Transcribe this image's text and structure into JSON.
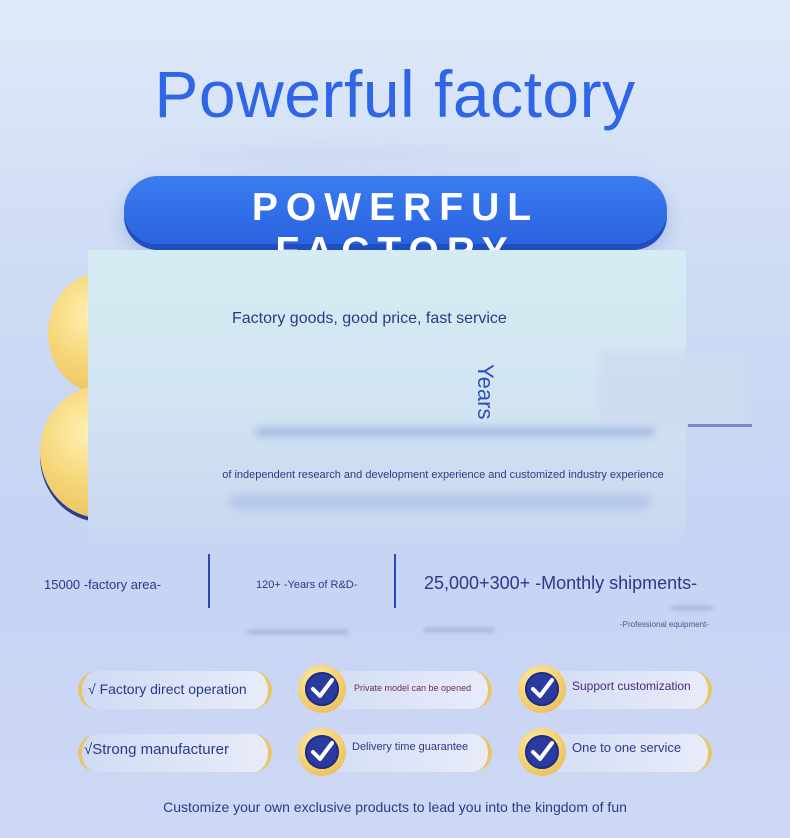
{
  "header": {
    "title": "Powerful factory",
    "banner": "POWERFUL FACTORY"
  },
  "card": {
    "subtitle": "Factory goods, good price, fast service",
    "years_label": "Years",
    "experience": "of independent research and development experience and customized industry experience"
  },
  "stats": {
    "factory_area": "15000 -factory area-",
    "rd_years": "120+ -Years of R&D-",
    "shipments": "25,000+300+ -Monthly shipments-",
    "equipment": "-Professional equipment-"
  },
  "features": [
    {
      "label": "√ Factory direct operation",
      "icon": "none"
    },
    {
      "label": "Private model can be opened",
      "icon": "check-icon"
    },
    {
      "label": "Support customization",
      "icon": "check-icon"
    },
    {
      "label": "√Strong manufacturer",
      "icon": "none"
    },
    {
      "label": "Delivery time guarantee",
      "icon": "check-icon"
    },
    {
      "label": "One to one service",
      "icon": "check-icon"
    }
  ],
  "footer": {
    "tagline": "Customize your own exclusive products to lead you into the kingdom of fun"
  },
  "colors": {
    "accent": "#2f66e8",
    "gold": "#f3cf6e",
    "navy": "#2b3a86"
  }
}
